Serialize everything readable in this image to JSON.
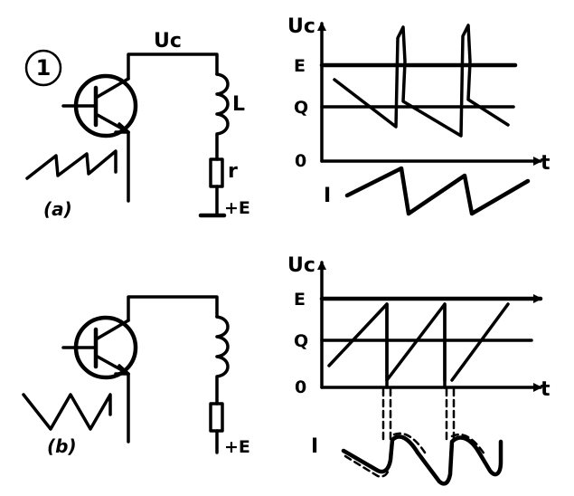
{
  "figure_number": "1",
  "top": {
    "caption": "(a)",
    "collector_label": "Uc",
    "inductor_label": "L",
    "resistor_label": "r",
    "supply_label": "+E",
    "graph": {
      "y_axis_label": "Uc",
      "x_axis_label": "t",
      "level_E": "E",
      "level_Q": "Q",
      "level_0": "0",
      "current_label": "I"
    }
  },
  "bottom": {
    "caption": "(b)",
    "supply_label": "+E",
    "graph": {
      "y_axis_label": "Uc",
      "x_axis_label": "t",
      "level_E": "E",
      "level_Q": "Q",
      "level_0": "0",
      "current_label": "I"
    }
  }
}
